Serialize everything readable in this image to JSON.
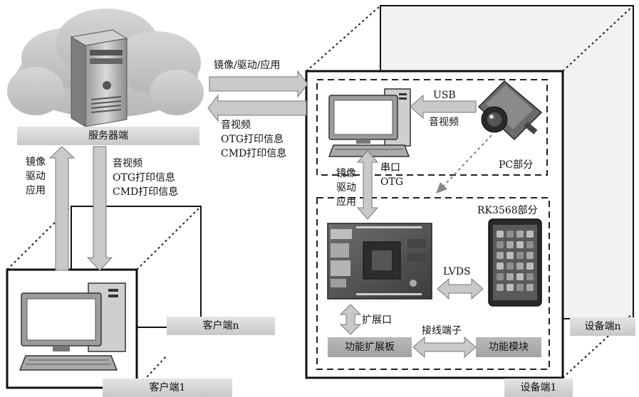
{
  "server": {
    "label": "服务器端"
  },
  "server_to_device": {
    "label": "镜像/驱动/应用"
  },
  "device_to_server": {
    "lines": [
      "音视频",
      "OTG打印信息",
      "CMD打印信息"
    ]
  },
  "server_to_client": {
    "lines": [
      "镜像",
      "驱动",
      "应用"
    ]
  },
  "client_to_server": {
    "lines": [
      "音视频",
      "OTG打印信息",
      "CMD打印信息"
    ]
  },
  "client_n": {
    "label": "客户端n"
  },
  "client_1": {
    "label": "客户端1"
  },
  "device_n": {
    "label": "设备端n"
  },
  "device_1": {
    "label": "设备端1"
  },
  "pc_part": {
    "label": "PC部分",
    "usb": "USB",
    "av": "音视频"
  },
  "pc_to_board": {
    "left_lines": [
      "镜像",
      "驱动",
      "应用"
    ],
    "right_lines": [
      "串口",
      "OTG"
    ]
  },
  "rk_part": {
    "label": "RK3568部分",
    "lvds": "LVDS",
    "expansion_port": "扩展口",
    "terminal": "接线端子",
    "expansion_board": "功能扩展板",
    "function_module": "功能模块"
  }
}
